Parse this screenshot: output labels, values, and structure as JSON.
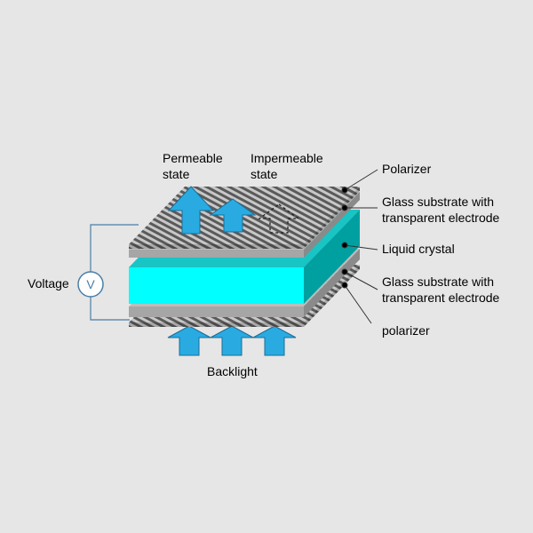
{
  "diagram": {
    "state_labels": {
      "permeable": [
        "Permeable",
        "state"
      ],
      "impermeable": [
        "Impermeable",
        "state"
      ]
    },
    "layers": [
      {
        "label_lines": [
          "Polarizer"
        ]
      },
      {
        "label_lines": [
          "Glass substrate with",
          "transparent electrode"
        ]
      },
      {
        "label_lines": [
          "Liquid crystal"
        ]
      },
      {
        "label_lines": [
          "Glass substrate with",
          "transparent electrode"
        ]
      },
      {
        "label_lines": [
          "polarizer"
        ]
      }
    ],
    "voltage_label": "Voltage",
    "meter_symbol": "V",
    "backlight_label": "Backlight"
  },
  "colors": {
    "background": "#e6e6e6",
    "polarizer_stripe_dark": "#5a5a5a",
    "polarizer_stripe_light": "#c8c8c8",
    "glass_top": "#bdbdbd",
    "glass_front": "#a6a6a6",
    "glass_side": "#8a8a8a",
    "liquid_crystal_front": "#00ffff",
    "liquid_crystal_top": "#18c4c4",
    "liquid_crystal_side": "#00a0a0",
    "arrow_fill": "#29abe2",
    "arrow_stroke": "#1b6d96",
    "wire": "#4a7ea6"
  },
  "icons": {
    "meter": "voltmeter-circle-icon",
    "light_arrow": "up-arrow-icon",
    "blocked_arrow": "dashed-up-arrow-icon"
  }
}
